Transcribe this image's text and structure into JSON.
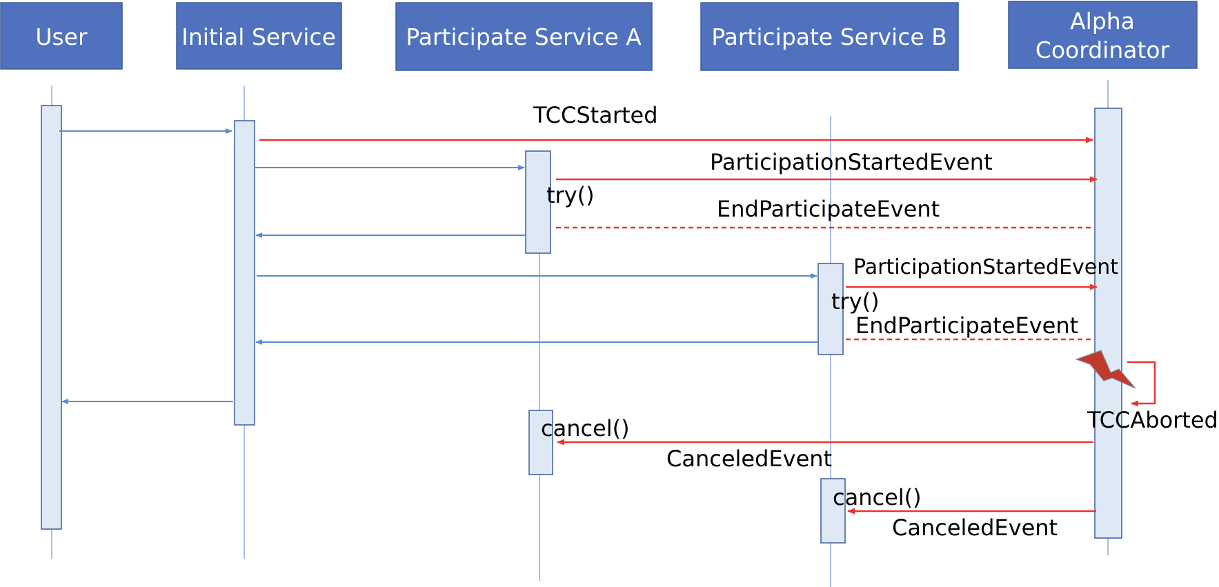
{
  "participants": [
    {
      "label": "User"
    },
    {
      "label": "Initial Service"
    },
    {
      "label": "Participate Service A"
    },
    {
      "label": "Participate Service B"
    },
    {
      "label_line1": "Alpha",
      "label_line2": "Coordinator"
    }
  ],
  "messages": {
    "tcc_started": "TCCStarted",
    "participation_started_a": "ParticipationStartedEvent",
    "try_a": "try()",
    "end_participate_a": "EndParticipateEvent",
    "participation_started_b": "ParticipationStartedEvent",
    "try_b": "try()",
    "end_participate_b": "EndParticipateEvent",
    "tcc_aborted": "TCCAborted",
    "cancel_a": "cancel()",
    "canceled_event_a": "CanceledEvent",
    "cancel_b": "cancel()",
    "canceled_event_b": "CanceledEvent"
  },
  "colors": {
    "header_fill": "#4f71be",
    "header_border": "#3d5a9e",
    "activation_fill": "#dfe9f5",
    "activation_border": "#3c5d97",
    "lifeline": "#8eaad8",
    "call_arrow": "#5b8bd0",
    "coordinator_arrow": "#e8362d",
    "failure_fill": "#c0392b"
  },
  "icons": {
    "failure": "lightning-bolt-icon"
  }
}
